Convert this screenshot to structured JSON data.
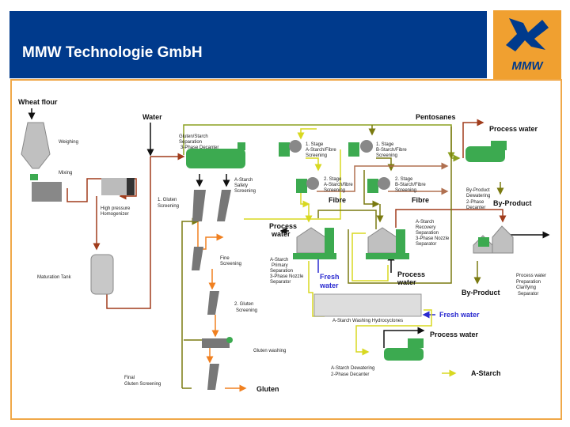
{
  "header": {
    "title": "MMW Technologie GmbH",
    "logo_text": "MMW",
    "colors": {
      "band": "#003a8c",
      "logo_bg": "#f0a030",
      "frame": "#f0a848"
    }
  },
  "diagram": {
    "labels": {
      "wheat_flour": "Wheat flour",
      "weighing": "Weighing",
      "mixing": "Mixing",
      "homogenizer": [
        "High pressure",
        "Homogenizer"
      ],
      "maturation": "Maturation Tank",
      "water": "Water",
      "decanter3": [
        "Gluten/Starch",
        "Separation",
        "3-Phase Decanter"
      ],
      "safety": [
        "A-Starch",
        "Safety",
        "Screening"
      ],
      "gluten1": [
        "1. Gluten",
        "Screening"
      ],
      "fine": [
        "Fine",
        "Screening"
      ],
      "gluten2": [
        "2. Gluten",
        "Screening"
      ],
      "gluten_washing": "Gluten washing",
      "final": [
        "Final",
        "Gluten Screening"
      ],
      "gluten": "Gluten",
      "pentosanes": "Pentosanes",
      "process_water_top": "Process water",
      "s1a": [
        "1. Stage",
        "A-Starch/Fibre",
        "Screening"
      ],
      "s1b": [
        "1. Stage",
        "B-Starch/Fibre",
        "Screening"
      ],
      "s2a": [
        "2. Stage",
        "A-Starch/fibre",
        "Screening"
      ],
      "s2b": [
        "2. Stage",
        "B-Starch/Fibre",
        "Screening"
      ],
      "fibre": "Fibre",
      "byproduct_decanter": [
        "By-Product",
        "Dewatering",
        "2-Phase",
        "Decanter"
      ],
      "by_product": "By-Product",
      "process_water_left": [
        "Process",
        "water"
      ],
      "recovery": [
        "A-Starch",
        "Recovery",
        "Separation",
        "3-Phase Nozzle",
        "Separator"
      ],
      "primary": [
        "A-Starch",
        "Primary",
        "Separation",
        "3-Phase Nozzle",
        "Separator"
      ],
      "fresh_water_2": [
        "Fresh",
        "water"
      ],
      "process_water_mid": [
        "Process",
        "water"
      ],
      "clarifier": [
        "Process water",
        "Preparation",
        "Clarifying",
        "Separator"
      ],
      "hydrocyclones": "A-Starch Washing Hydrocyclones",
      "fresh_water": "Fresh water",
      "process_water_low": "Process water",
      "dewatering": [
        "A-Starch Dewatering",
        "2-Phase Decanter"
      ],
      "a_starch": "A-Starch"
    },
    "colors": {
      "product": "#a03c1c",
      "water": "#111111",
      "gluten": "#f08020",
      "starch": "#d8d820",
      "olive": "#7a7a10",
      "fresh": "#2a2ad0",
      "equipment": "#3caa50",
      "steel": "#c0c0c0"
    }
  }
}
